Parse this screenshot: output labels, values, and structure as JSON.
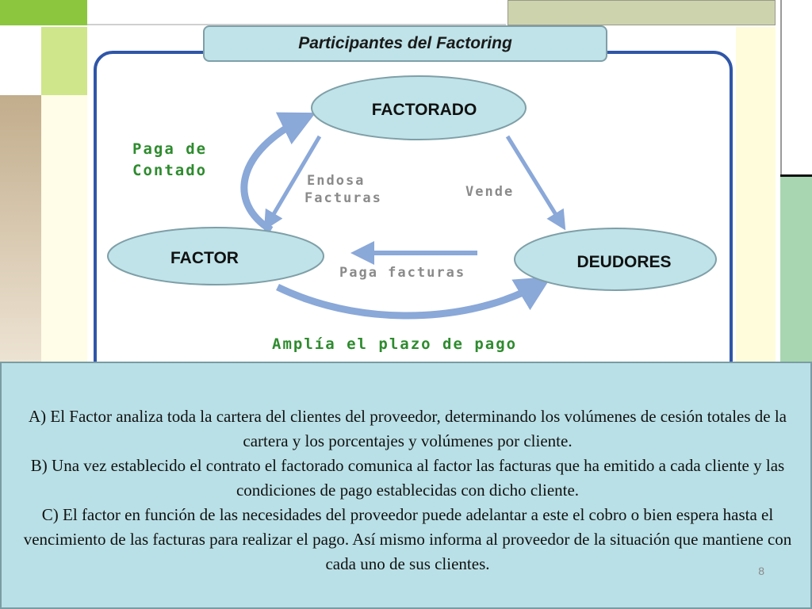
{
  "slide": {
    "title": "Participantes del Factoring",
    "page_number": "8"
  },
  "diagram": {
    "nodes": {
      "factorado": "FACTORADO",
      "factor": "FACTOR",
      "deudores": "DEUDORES"
    },
    "edges": {
      "paga_de_contado": [
        "Paga de",
        "Contado"
      ],
      "endosa_facturas": [
        "Endosa",
        "Facturas"
      ],
      "vende": "Vende",
      "paga_facturas": "Paga facturas",
      "amplia_plazo": "Amplía el plazo de pago"
    }
  },
  "steps": [
    "A)  El Factor analiza toda la cartera del clientes del proveedor, determinando los volúmenes de cesión totales de la cartera y los porcentajes y volúmenes por cliente.",
    "B) Una vez establecido el contrato el factorado comunica al factor las facturas que ha emitido a cada cliente y las condiciones de pago establecidas con dicho cliente.",
    "C) El factor en función de las necesidades del proveedor puede adelantar a este el cobro o bien espera hasta el vencimiento de las facturas para realizar el pago. Así mismo informa al proveedor de la situación que mantiene con cada uno de sus clientes."
  ],
  "colors": {
    "node_fill": "#bfe3e8",
    "arrow": "#8aa8d8",
    "green_text": "#2e8b2e",
    "gray_text": "#8a8a8a",
    "text_box": "#b9e0e6"
  }
}
